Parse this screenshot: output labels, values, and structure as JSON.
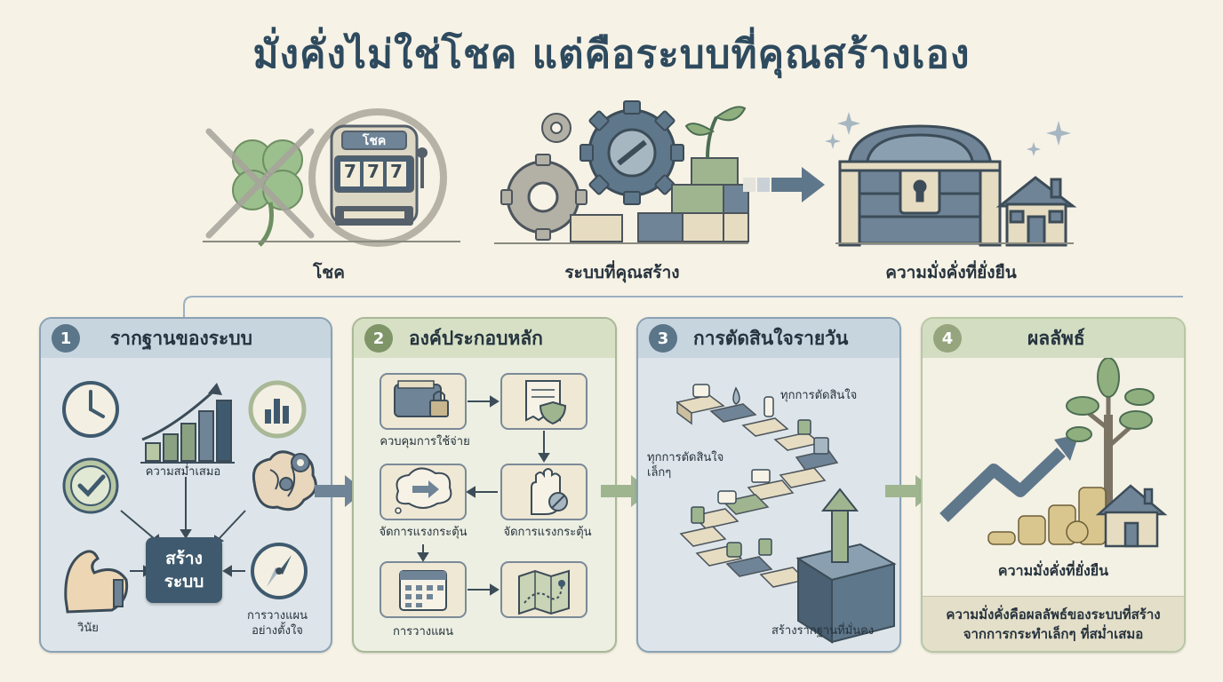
{
  "title": "มั่งคั่งไม่ใช่โชค แต่คือระบบที่คุณสร้างเอง",
  "top": {
    "luck_label": "โชค",
    "slot_sign": "โชค",
    "slot_reels": [
      "7",
      "7",
      "7"
    ],
    "system_label": "ระบบที่คุณสร้าง",
    "wealth_label": "ความมั่งคั่งที่ยั่งยืน"
  },
  "panels": [
    {
      "number": "1",
      "title": "รากฐานของระบบ",
      "consistency_label": "ความสม่ำเสมอ",
      "core_label": "สร้าง\nระบบ",
      "discipline_label": "วินัย",
      "planning_label": "การวางแผน\nอย่างตั้งใจ"
    },
    {
      "number": "2",
      "title": "องค์ประกอบหลัก",
      "spending_label": "ควบคุมการใช้จ่าย",
      "impulse_label_1": "จัดการแรงกระตุ้น",
      "impulse_label_2": "จัดการแรงกระตุ้น",
      "planning_label": "การวางแผน"
    },
    {
      "number": "3",
      "title": "การตัดสินใจรายวัน",
      "every_decision": "ทุกการตัดสินใจ",
      "small_decision": "ทุกการตัดสินใจ\nเล็กๆ",
      "stable_base": "สร้างรากฐานที่มั่นคง"
    },
    {
      "number": "4",
      "title": "ผลลัพธ์",
      "wealth_label": "ความมั่งคั่งที่ยั่งยืน",
      "footer": "ความมั่งคั่งคือผลลัพธ์ของระบบที่สร้าง\nจากการกระทำเล็กๆ ที่สม่ำเสมอ"
    }
  ],
  "icons": {
    "clover": "clover-crossed-icon",
    "slot": "slot-machine-icon",
    "gears": "gears-blocks-icon",
    "arrow": "right-arrow-icon",
    "chest": "treasure-chest-house-icon"
  },
  "colors": {
    "title": "#2e4a5e",
    "slate": "#5b7589",
    "sage": "#7f9568",
    "background": "#f6f2e6"
  }
}
